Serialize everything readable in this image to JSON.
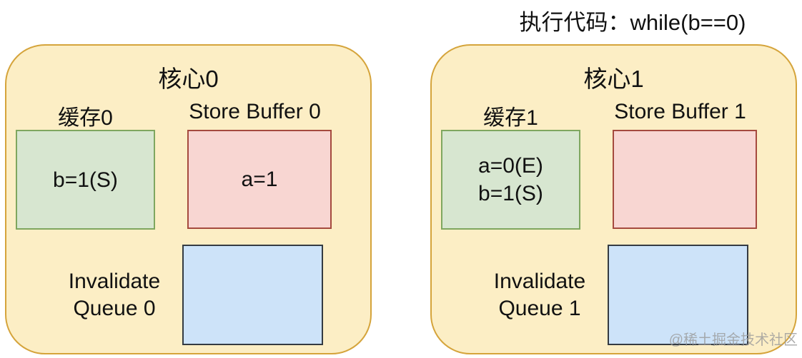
{
  "header": {
    "code_label": "执行代码：while(b==0)"
  },
  "watermark": "@稀土掘金技术社区",
  "colors": {
    "core_fill": "#FCEEC5",
    "core_border": "#D5A43B",
    "cache_fill": "#D7E6D0",
    "cache_border": "#7FA75F",
    "store_fill": "#F8D6D2",
    "store_border": "#A54A3E",
    "invalidate_fill": "#CDE3F9",
    "invalidate_border": "#343B42",
    "text": "#111111",
    "watermark": "#9B9B9B"
  },
  "cores": [
    {
      "title": "核心0",
      "cache_label": "缓存0",
      "cache_lines": [
        "b=1(S)"
      ],
      "store_buffer_label": "Store Buffer 0",
      "store_buffer_lines": [
        "a=1"
      ],
      "invalidate_queue_label_lines": [
        "Invalidate",
        "Queue 0"
      ],
      "invalidate_queue_lines": []
    },
    {
      "title": "核心1",
      "cache_label": "缓存1",
      "cache_lines": [
        "a=0(E)",
        "b=1(S)"
      ],
      "store_buffer_label": "Store Buffer 1",
      "store_buffer_lines": [],
      "invalidate_queue_label_lines": [
        "Invalidate",
        "Queue 1"
      ],
      "invalidate_queue_lines": []
    }
  ]
}
